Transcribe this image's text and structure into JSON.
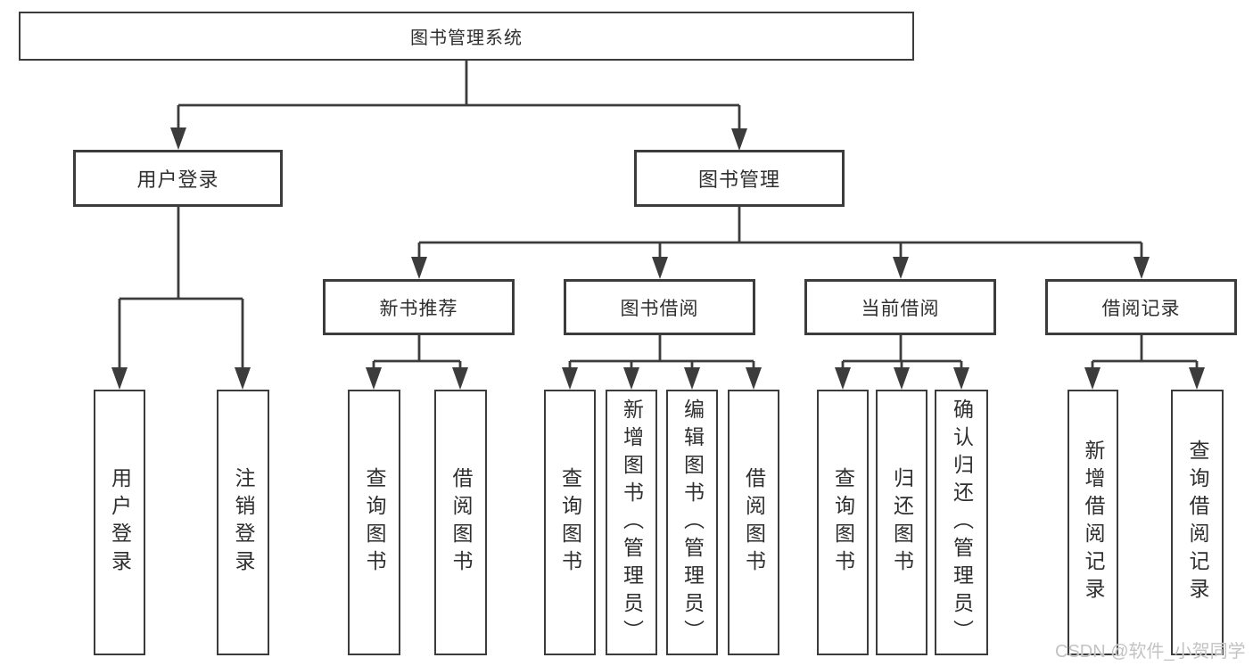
{
  "diagram": {
    "root": {
      "label": "图书管理系统"
    },
    "branches": [
      {
        "label": "用户登录",
        "leaves": [
          {
            "label": "用户登录"
          },
          {
            "label": "注销登录"
          }
        ]
      },
      {
        "label": "图书管理",
        "sections": [
          {
            "label": "新书推荐",
            "leaves": [
              {
                "label": "查询图书"
              },
              {
                "label": "借阅图书"
              }
            ]
          },
          {
            "label": "图书借阅",
            "leaves": [
              {
                "label": "查询图书"
              },
              {
                "label": "新增图书（管理员）"
              },
              {
                "label": "编辑图书（管理员）"
              },
              {
                "label": "借阅图书"
              }
            ]
          },
          {
            "label": "当前借阅",
            "leaves": [
              {
                "label": "查询图书"
              },
              {
                "label": "归还图书"
              },
              {
                "label": "确认归还（管理员）"
              }
            ]
          },
          {
            "label": "借阅记录",
            "leaves": [
              {
                "label": "新增借阅记录"
              },
              {
                "label": "查询借阅记录"
              }
            ]
          }
        ]
      }
    ]
  },
  "watermark": "CSDN @软件_小贺同学",
  "colors": {
    "line": "#3c3c3c",
    "text": "#2f2f2f",
    "watermark": "#c3c3c3",
    "bg": "#ffffff"
  }
}
